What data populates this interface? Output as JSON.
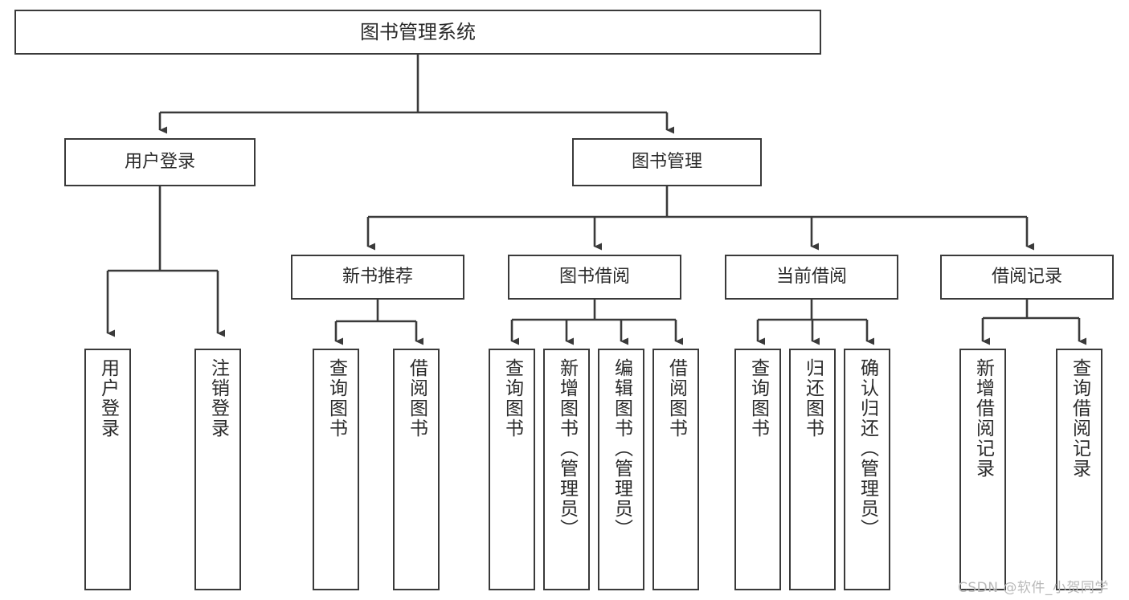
{
  "diagram": {
    "type": "hierarchy-tree",
    "title": "图书管理系统",
    "background": "#ffffff",
    "line_color": "#3a3a3a",
    "text_color": "#2b2b2b"
  },
  "root": {
    "label": "图书管理系统"
  },
  "level2": [
    {
      "label": "用户登录"
    },
    {
      "label": "图书管理"
    }
  ],
  "level3": [
    {
      "label": "新书推荐"
    },
    {
      "label": "图书借阅"
    },
    {
      "label": "当前借阅"
    },
    {
      "label": "借阅记录"
    }
  ],
  "leaves": {
    "user_login": [
      {
        "label": "用户登录"
      },
      {
        "label": "注销登录"
      }
    ],
    "new_book_recommend": [
      {
        "label": "查询图书"
      },
      {
        "label": "借阅图书"
      }
    ],
    "book_borrow": [
      {
        "label": "查询图书"
      },
      {
        "label": "新增图书（管理员）"
      },
      {
        "label": "编辑图书（管理员）"
      },
      {
        "label": "借阅图书"
      }
    ],
    "current_borrow": [
      {
        "label": "查询图书"
      },
      {
        "label": "归还图书"
      },
      {
        "label": "确认归还（管理员）"
      }
    ],
    "borrow_record": [
      {
        "label": "新增借阅记录"
      },
      {
        "label": "查询借阅记录"
      }
    ]
  },
  "watermark": {
    "text": "CSDN @软件_小贺同学",
    "color": "#b9b9b9"
  }
}
